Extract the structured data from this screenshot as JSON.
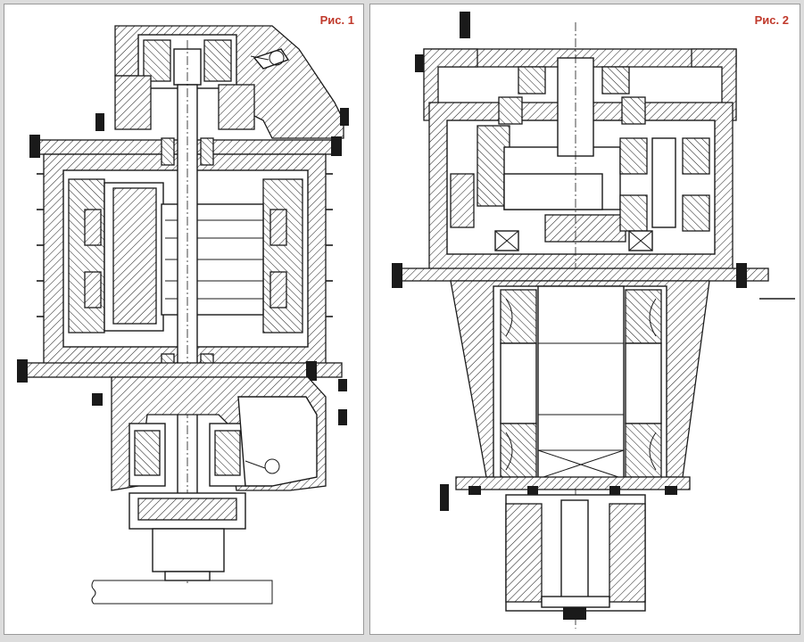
{
  "figures": [
    {
      "id": "fig1",
      "label": "Рис. 1"
    },
    {
      "id": "fig2",
      "label": "Рис. 2"
    }
  ],
  "colors": {
    "label": "#c0392b",
    "line": "#1a1a1a",
    "paper": "#ffffff",
    "frame": "#dcdcdc"
  }
}
